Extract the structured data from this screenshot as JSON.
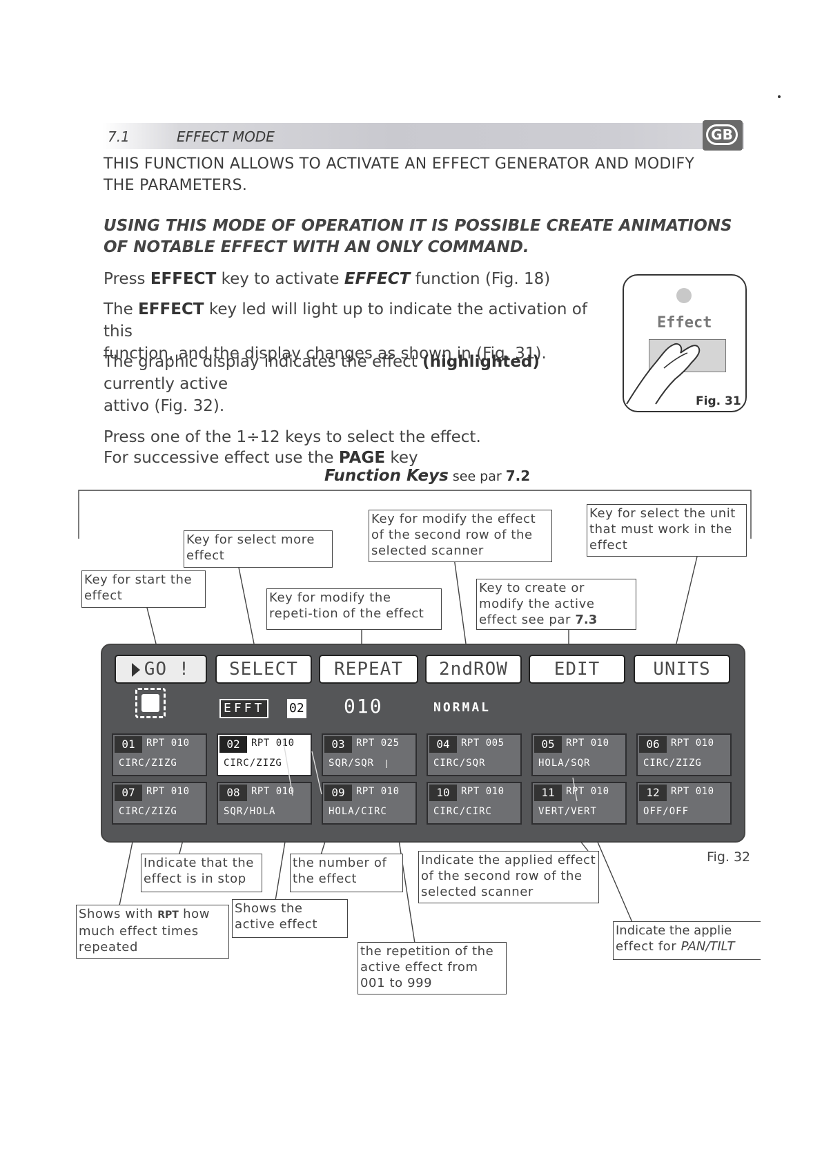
{
  "section": {
    "number": "7.1",
    "title": "EFFECT MODE",
    "lang_badge": "GB"
  },
  "intro_caps": [
    "THIS FUNCTION ALLOWS TO ACTIVATE AN EFFECT GENERATOR AND MODIFY",
    "THE PARAMETERS."
  ],
  "emphasis": [
    "USING THIS MODE OF OPERATION IT IS POSSIBLE CREATE ANIMATIONS",
    "OF NOTABLE EFFECT WITH AN ONLY COMMAND."
  ],
  "paragraphs": {
    "p1_a": "Press ",
    "p1_key": "EFFECT",
    "p1_b": " key to activate ",
    "p1_func": "EFFECT",
    "p1_c": "  function (Fig. 18)",
    "p2_a": "The ",
    "p2_key": "EFFECT",
    "p2_b": " key led will light up to indicate the activation of this",
    "p2_line2": "function, and the display changes as shown in  (Fig. 31).",
    "p3_a": "The graphic display indicates the effect ",
    "p3_hl": "(highlighted)",
    "p3_b": " currently active",
    "p3_line2": "attivo (Fig. 32).",
    "p4_line1": "Press one of the 1÷12 keys to select the effect.",
    "p4_a": "For successive effect use the ",
    "p4_key": "PAGE",
    "p4_b": " key"
  },
  "fig31": {
    "label": "Effect",
    "caption": "Fig. 31"
  },
  "function_keys_heading": {
    "title": "Function Keys",
    "see": " see par ",
    "ref": "7.2"
  },
  "callouts": {
    "start": "Key for start the effect",
    "select": "Key for select more effect",
    "repeat": "Key for modify the repeti-tion of the effect",
    "second_row": "Key for modify the effect of the second row of the selected scanner",
    "edit_a": "Key to create or modify the active effect see par ",
    "edit_ref": "7.3",
    "units": "Key for select the unit that must work in the effect",
    "stop": "Indicate that the effect is in stop",
    "rpt_a": "Shows with ",
    "rpt_key": "RPT",
    "rpt_b": " how much effect times repeated",
    "active": "Shows the active effect",
    "number": "the number of the effect",
    "repetition": "the repetition of the active effect from 001 to 999",
    "applied_second": "Indicate the applied effect of the second row of the selected scanner",
    "pantilt_a": "Indicate the applie",
    "pantilt_b": "effect for ",
    "pantilt_em": "PAN/TILT"
  },
  "display": {
    "function_keys": [
      "GO !",
      "SELECT",
      "REPEAT",
      "2ndROW",
      "EDIT",
      "UNITS"
    ],
    "effect_label": "EFFT",
    "effect_number": "02",
    "repeat_value": "010",
    "row_mode": "NORMAL",
    "effects": [
      {
        "num": "01",
        "rpt": "RPT 010",
        "name": "CIRC/ZIZG",
        "active": false
      },
      {
        "num": "02",
        "rpt": "RPT 010",
        "name": "CIRC/ZIZG",
        "active": true
      },
      {
        "num": "03",
        "rpt": "RPT 025",
        "name": "SQR/SQR",
        "active": false
      },
      {
        "num": "04",
        "rpt": "RPT 005",
        "name": "CIRC/SQR",
        "active": false
      },
      {
        "num": "05",
        "rpt": "RPT 010",
        "name": "HOLA/SQR",
        "active": false
      },
      {
        "num": "06",
        "rpt": "RPT 010",
        "name": "CIRC/ZIZG",
        "active": false
      },
      {
        "num": "07",
        "rpt": "RPT 010",
        "name": "CIRC/ZIZG",
        "active": false
      },
      {
        "num": "08",
        "rpt": "RPT 010",
        "name": "SQR/HOLA",
        "active": false
      },
      {
        "num": "09",
        "rpt": "RPT 010",
        "name": "HOLA/CIRC",
        "active": false
      },
      {
        "num": "10",
        "rpt": "RPT 010",
        "name": "CIRC/CIRC",
        "active": false
      },
      {
        "num": "11",
        "rpt": "RPT 010",
        "name": "VERT/VERT",
        "active": false
      },
      {
        "num": "12",
        "rpt": "RPT 010",
        "name": "OFF/OFF",
        "active": false
      }
    ]
  },
  "fig32_caption": "Fig. 32"
}
